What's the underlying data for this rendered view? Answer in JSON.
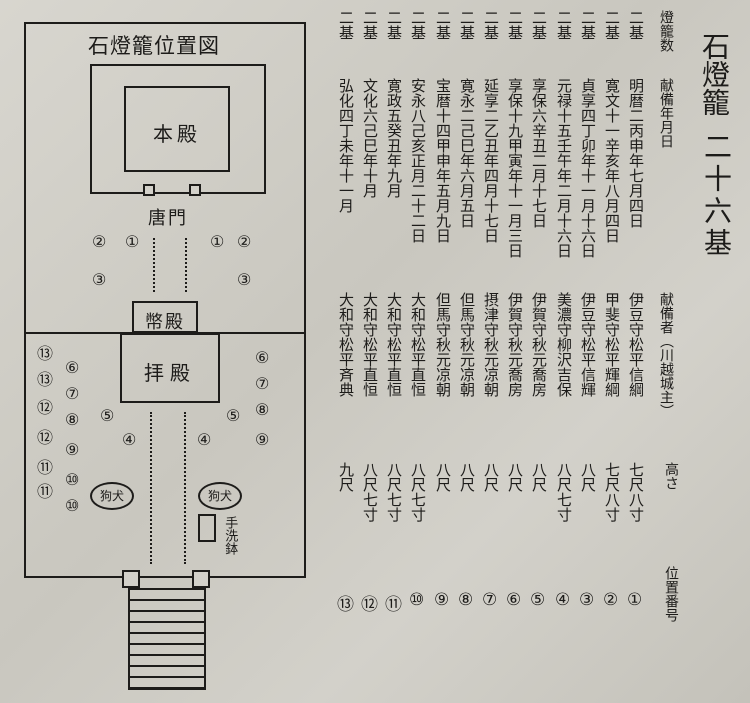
{
  "title": "石燈籠",
  "total": "二十六基",
  "headers": {
    "count": "燈籠数",
    "date": "献備年月日",
    "donor": "献備者（川越城主）",
    "height": "高さ",
    "position": "位置番号"
  },
  "rows": [
    {
      "count": "二基",
      "date": "明暦二丙申年七月四日",
      "donor": "伊豆守松平信綱",
      "height": "七尺八寸",
      "pos": "①"
    },
    {
      "count": "二基",
      "date": "寛文十一辛亥年八月四日",
      "donor": "甲斐守松平輝綱",
      "height": "七尺八寸",
      "pos": "②"
    },
    {
      "count": "二基",
      "date": "貞享四丁卯年十一月十六日",
      "donor": "伊豆守松平信輝",
      "height": "八尺",
      "pos": "③"
    },
    {
      "count": "二基",
      "date": "元禄十五壬午年二月十六日",
      "donor": "美濃守柳沢吉保",
      "height": "八尺七寸",
      "pos": "④"
    },
    {
      "count": "二基",
      "date": "享保六辛丑二月十七日",
      "donor": "伊賀守秋元喬房",
      "height": "八尺",
      "pos": "⑤"
    },
    {
      "count": "二基",
      "date": "享保十九甲寅年十一月三日",
      "donor": "伊賀守秋元喬房",
      "height": "八尺",
      "pos": "⑥"
    },
    {
      "count": "二基",
      "date": "延享二乙丑年四月十七日",
      "donor": "摂津守秋元凉朝",
      "height": "八尺",
      "pos": "⑦"
    },
    {
      "count": "二基",
      "date": "寛永二己巳年六月五日",
      "donor": "但馬守秋元凉朝",
      "height": "八尺",
      "pos": "⑧"
    },
    {
      "count": "二基",
      "date": "宝暦十四甲申年五月九日",
      "donor": "但馬守秋元凉朝",
      "height": "八尺",
      "pos": "⑨"
    },
    {
      "count": "二基",
      "date": "安永八己亥正月二十二日",
      "donor": "大和守松平直恒",
      "height": "八尺七寸",
      "pos": "⑩"
    },
    {
      "count": "二基",
      "date": "寛政五癸丑年九月",
      "donor": "大和守松平直恒",
      "height": "八尺七寸",
      "pos": "⑪"
    },
    {
      "count": "二基",
      "date": "文化六己巳年十月",
      "donor": "大和守松平直恒",
      "height": "八尺七寸",
      "pos": "⑫"
    },
    {
      "count": "二基",
      "date": "弘化四丁未年十一月",
      "donor": "大和守松平斉典",
      "height": "九尺",
      "pos": "⑬"
    }
  ],
  "map": {
    "title": "石燈籠位置図",
    "honden": "本殿",
    "karamon": "唐門",
    "heiden": "幣殿",
    "haiden": "拝殿",
    "komainu": "狗犬",
    "chozubachi": "手洗鉢"
  }
}
